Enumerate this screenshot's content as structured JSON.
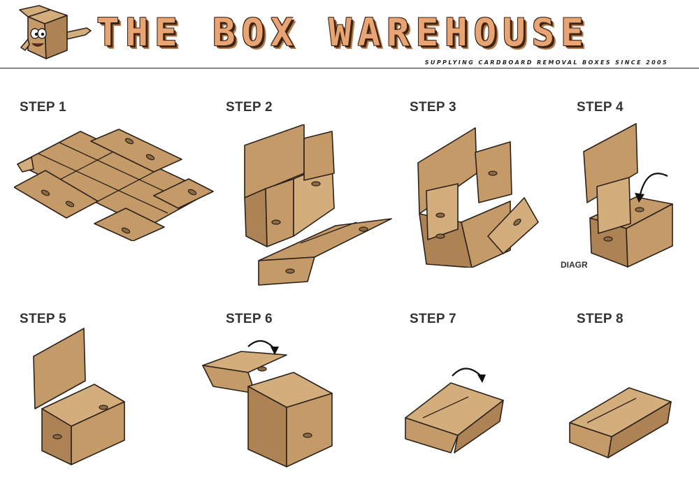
{
  "header": {
    "logo_text": "THE BOX WAREHOUSE",
    "tagline": "SUPPLYING CARDBOARD REMOVAL BOXES SINCE 2005",
    "mascot_icon": "box-mascot-icon"
  },
  "steps": [
    {
      "label": "STEP 1"
    },
    {
      "label": "STEP 2"
    },
    {
      "label": "STEP 3"
    },
    {
      "label": "STEP 4"
    },
    {
      "label": "STEP 5"
    },
    {
      "label": "STEP 6"
    },
    {
      "label": "STEP 7"
    },
    {
      "label": "STEP 8"
    }
  ],
  "diagram_fragment": "DIAGR",
  "colors": {
    "cardboard": "#c49a68",
    "cardboard_dark": "#ad8356",
    "outline": "#2b2118",
    "logo_fill": "#e9a474"
  }
}
